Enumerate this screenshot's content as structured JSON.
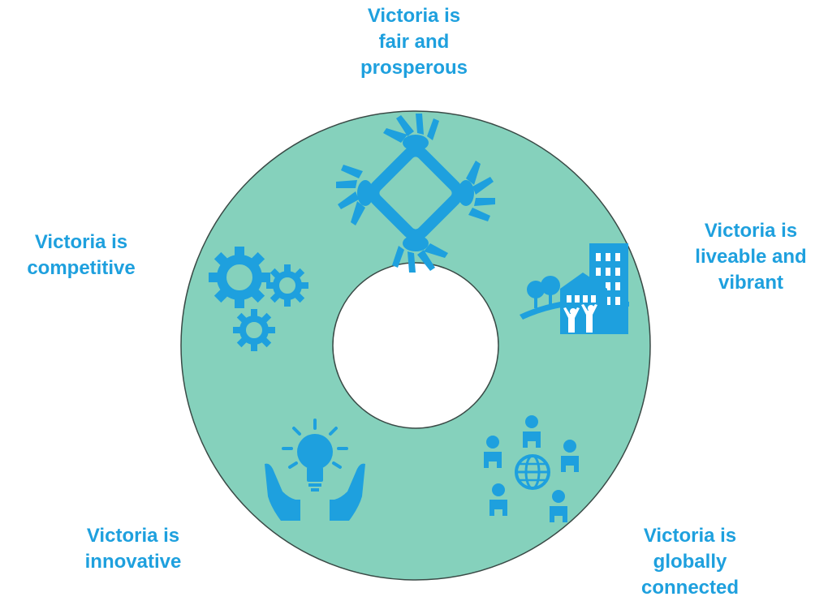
{
  "colors": {
    "ring": "#85d1bc",
    "ring_stroke": "#3a4a46",
    "icon": "#1ea0de",
    "label": "#1ea0de"
  },
  "segments": [
    {
      "id": "fair",
      "lines": [
        "Victoria is",
        "fair and",
        "prosperous"
      ],
      "icon": "joined-hands-icon"
    },
    {
      "id": "liveable",
      "lines": [
        "Victoria is",
        "liveable and",
        "vibrant"
      ],
      "icon": "city-family-icon"
    },
    {
      "id": "connected",
      "lines": [
        "Victoria is",
        "globally",
        "connected"
      ],
      "icon": "globe-people-icon"
    },
    {
      "id": "innovative",
      "lines": [
        "Victoria is",
        "innovative"
      ],
      "icon": "lightbulb-hands-icon"
    },
    {
      "id": "competitive",
      "lines": [
        "Victoria is",
        "competitive"
      ],
      "icon": "gears-icon"
    }
  ]
}
